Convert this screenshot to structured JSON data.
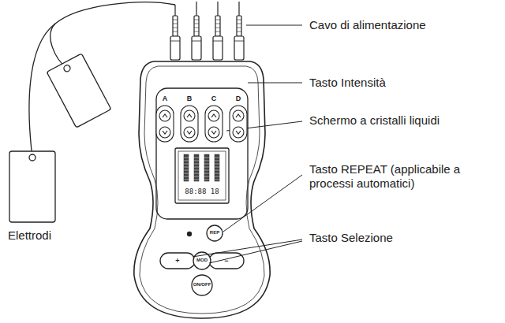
{
  "diagram": {
    "labels": [
      "Cavo di alimentazione",
      "Tasto Intensità",
      "Schermo a cristalli liquidi",
      "Tasto REPEAT (applicabile a processi automatici)",
      "Tasto Selezione",
      "Elettrodi",
      "A",
      "B",
      "C",
      "D",
      "88:88 18",
      "REP",
      "+",
      "MOD",
      "−",
      "ON/OFF"
    ]
  }
}
